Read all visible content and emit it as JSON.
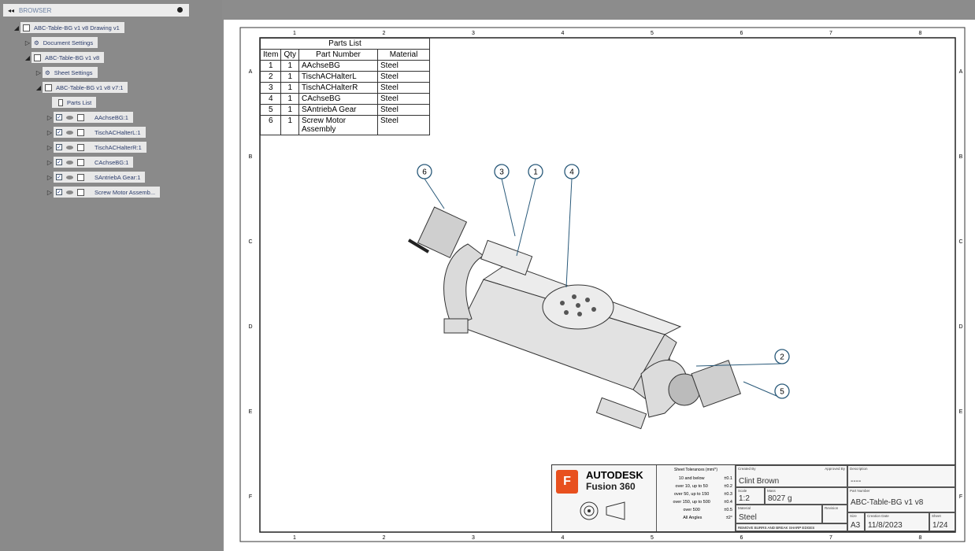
{
  "browser": {
    "title": "BROWSER",
    "items": [
      {
        "label": "ABC-Table-BG v1 v8 Drawing v1"
      },
      {
        "label": "Document Settings"
      },
      {
        "label": "ABC-Table-BG v1 v8"
      },
      {
        "label": "Sheet Settings"
      },
      {
        "label": "ABC-Table-BG v1 v8 v7:1"
      },
      {
        "label": "Parts List"
      },
      {
        "label": "AAchseBG:1"
      },
      {
        "label": "TischACHalterL:1"
      },
      {
        "label": "TischACHalterR:1"
      },
      {
        "label": "CAchseBG:1"
      },
      {
        "label": "SAntriebA Gear:1"
      },
      {
        "label": "Screw Motor Assemb..."
      }
    ]
  },
  "sheet": {
    "columns": [
      "1",
      "2",
      "3",
      "4",
      "5",
      "6",
      "7",
      "8"
    ],
    "rows": [
      "A",
      "B",
      "C",
      "D",
      "E",
      "F"
    ]
  },
  "parts_list": {
    "title": "Parts List",
    "headers": [
      "Item",
      "Qty",
      "Part Number",
      "Material"
    ],
    "rows": [
      [
        "1",
        "1",
        "AAchseBG",
        "Steel"
      ],
      [
        "2",
        "1",
        "TischACHalterL",
        "Steel"
      ],
      [
        "3",
        "1",
        "TischACHalterR",
        "Steel"
      ],
      [
        "4",
        "1",
        "CAchseBG",
        "Steel"
      ],
      [
        "5",
        "1",
        "SAntriebA Gear",
        "Steel"
      ],
      [
        "6",
        "1",
        "Screw Motor Assembly",
        "Steel"
      ]
    ]
  },
  "balloons": [
    "1",
    "2",
    "3",
    "4",
    "5",
    "6"
  ],
  "title_block": {
    "brand": "AUTODESK",
    "product": "Fusion 360",
    "logo_letter": "F",
    "tolerances_title": "Sheet Tolerances (mm/°)",
    "tolerances": [
      [
        "10 and below",
        "±0.1"
      ],
      [
        "over 10, up to 50",
        "±0.2"
      ],
      [
        "over 50, up to 150",
        "±0.3"
      ],
      [
        "over 150, up to 500",
        "±0.4"
      ],
      [
        "over 500",
        "±0.5"
      ],
      [
        "All Angles",
        "±2°"
      ]
    ],
    "created_by_label": "Created By",
    "created_by": "Clint Brown",
    "approved_by_label": "Approved By",
    "description_label": "Description",
    "description": "----",
    "scale_label": "Scale",
    "scale": "1:2",
    "mass_label": "Mass",
    "mass": "8027 g",
    "part_number_label": "Part Number",
    "part_number": "ABC-Table-BG v1 v8",
    "material_label": "Material",
    "material": "Steel",
    "revision_label": "Revision",
    "note": "REMOVE BURRS AND BREAK SHARP EDGES",
    "size_label": "Size",
    "size": "A3",
    "creation_date_label": "Creation Date",
    "creation_date": "11/8/2023",
    "sheet_label": "Sheet",
    "sheet": "1/24"
  },
  "colors": {
    "logo": "#e8501e",
    "balloon": "#2a5a7a"
  }
}
